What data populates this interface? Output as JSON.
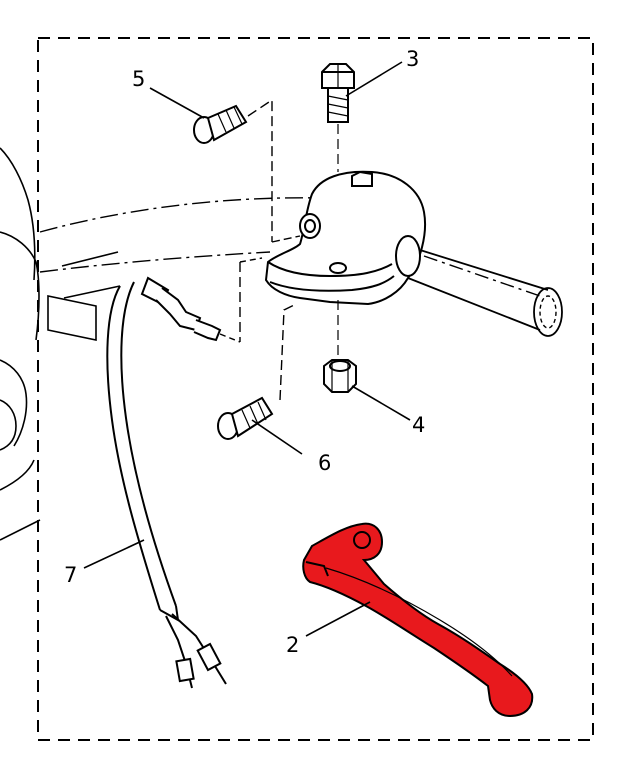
{
  "colors": {
    "ink": "#000000",
    "highlight": "#e8191d",
    "paper": "#ffffff"
  },
  "parts": [
    {
      "id": "2",
      "label": "2",
      "part": "clutch-lever",
      "highlighted": true
    },
    {
      "id": "3",
      "label": "3",
      "part": "pivot-bolt",
      "highlighted": false
    },
    {
      "id": "4",
      "label": "4",
      "part": "lock-nut",
      "highlighted": false
    },
    {
      "id": "5",
      "label": "5",
      "part": "adjuster-bolt-upper",
      "highlighted": false
    },
    {
      "id": "6",
      "label": "6",
      "part": "adjuster-bolt-lower",
      "highlighted": false
    },
    {
      "id": "7",
      "label": "7",
      "part": "switch-cable",
      "highlighted": false
    }
  ]
}
